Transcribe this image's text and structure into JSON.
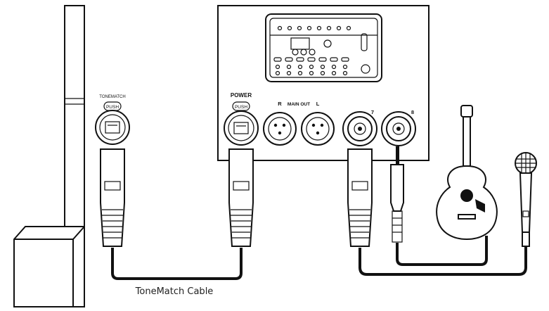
{
  "labels": {
    "tonematch_logo": "TONEMATCH",
    "push_left": "PUSH",
    "power": "POWER",
    "push_right": "PUSH",
    "r": "R",
    "main_out": "MAIN OUT",
    "l": "L",
    "ch7": "7",
    "ch8": "8",
    "cable": "ToneMatch Cable"
  },
  "colors": {
    "line": "#111111",
    "background": "#ffffff"
  },
  "icons": [
    "speaker-column-icon",
    "mixer-icon",
    "ethernet-port-icon",
    "xlr-port-icon",
    "combo-jack-icon",
    "xlr-plug-icon",
    "quarter-inch-plug-icon",
    "acoustic-guitar-icon",
    "microphone-icon",
    "cable-icon"
  ]
}
